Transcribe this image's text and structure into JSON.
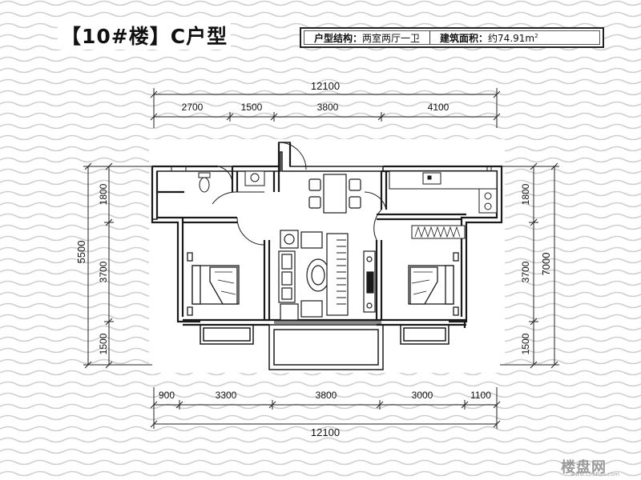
{
  "title": "【10#楼】C户型",
  "info": {
    "structure_label": "户型结构：",
    "structure_value": "两室两厅一卫",
    "area_label": "建筑面积：",
    "area_value": "约74.91m",
    "area_sup": "2"
  },
  "dimensions": {
    "top_total": "12100",
    "top_segments": [
      "2700",
      "1500",
      "3800",
      "4100"
    ],
    "bottom_segments": [
      "900",
      "3300",
      "3800",
      "3000",
      "1100"
    ],
    "bottom_total": "12100",
    "left_segments": [
      "1800",
      "3700",
      "1500"
    ],
    "left_total": "5500",
    "right_segments": [
      "1800",
      "3700",
      "1500"
    ],
    "right_total": "7000"
  },
  "watermark": {
    "text": "楼盘网",
    "url": "www.LouPan.com"
  },
  "colors": {
    "wave": "#cfcfcf",
    "wall": "#1a1a1a",
    "text": "#111111"
  }
}
